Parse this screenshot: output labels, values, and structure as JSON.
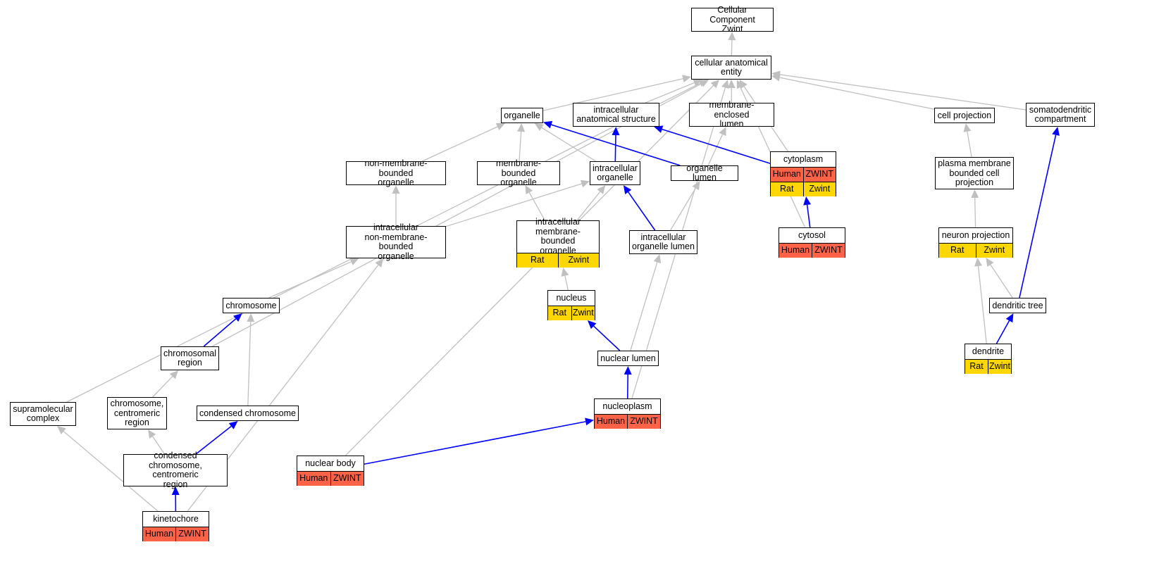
{
  "colors": {
    "is_a_edge": "#c0c0c0",
    "part_of_edge": "#0000ff",
    "human": "#ff6347",
    "rat": "#ffd700"
  },
  "nodes": {
    "root": {
      "label": "Cellular Component\nZwint",
      "rows": []
    },
    "cae": {
      "label": "cellular anatomical\nentity",
      "rows": []
    },
    "organelle": {
      "label": "organelle",
      "rows": []
    },
    "ias": {
      "label": "intracellular\nanatomical structure",
      "rows": []
    },
    "mel": {
      "label": "membrane-enclosed\nlumen",
      "rows": []
    },
    "cellproj": {
      "label": "cell projection",
      "rows": []
    },
    "somato": {
      "label": "somatodendritic\ncompartment",
      "rows": []
    },
    "nmbo": {
      "label": "non-membrane-bounded\norganelle",
      "rows": []
    },
    "mbo": {
      "label": "membrane-bounded\norganelle",
      "rows": []
    },
    "io": {
      "label": "intracellular\norganelle",
      "rows": []
    },
    "olumen": {
      "label": "organelle lumen",
      "rows": []
    },
    "cytoplasm": {
      "label": "cytoplasm",
      "rows": [
        [
          "Human",
          "ZWINT"
        ],
        [
          "Rat",
          "Zwint"
        ]
      ]
    },
    "pmbcp": {
      "label": "plasma membrane\nbounded cell\nprojection",
      "rows": []
    },
    "inmbo": {
      "label": "intracellular\nnon-membrane-bounded\norganelle",
      "rows": []
    },
    "imbo": {
      "label": "intracellular\nmembrane-bounded\norganelle",
      "rows": [
        [
          "Rat",
          "Zwint"
        ]
      ]
    },
    "iol": {
      "label": "intracellular\norganelle lumen",
      "rows": []
    },
    "cytosol": {
      "label": "cytosol",
      "rows": [
        [
          "Human",
          "ZWINT"
        ]
      ]
    },
    "neuronproj": {
      "label": "neuron projection",
      "rows": [
        [
          "Rat",
          "Zwint"
        ]
      ]
    },
    "nucleus": {
      "label": "nucleus",
      "rows": [
        [
          "Rat",
          "Zwint"
        ]
      ]
    },
    "chromosome": {
      "label": "chromosome",
      "rows": []
    },
    "dtree": {
      "label": "dendritic tree",
      "rows": []
    },
    "chromregion": {
      "label": "chromosomal\nregion",
      "rows": []
    },
    "nuclumen": {
      "label": "nuclear lumen",
      "rows": []
    },
    "dendrite": {
      "label": "dendrite",
      "rows": [
        [
          "Rat",
          "Zwint"
        ]
      ]
    },
    "supramol": {
      "label": "supramolecular\ncomplex",
      "rows": []
    },
    "ccr": {
      "label": "chromosome,\ncentromeric\nregion",
      "rows": []
    },
    "condchrom": {
      "label": "condensed chromosome",
      "rows": []
    },
    "nucleoplasm": {
      "label": "nucleoplasm",
      "rows": [
        [
          "Human",
          "ZWINT"
        ]
      ]
    },
    "cccr": {
      "label": "condensed chromosome,\ncentromeric\nregion",
      "rows": []
    },
    "nucbody": {
      "label": "nuclear body",
      "rows": [
        [
          "Human",
          "ZWINT"
        ]
      ]
    },
    "kinetochore": {
      "label": "kinetochore",
      "rows": [
        [
          "Human",
          "ZWINT"
        ]
      ]
    }
  },
  "edges": [
    [
      "cae",
      "root",
      "is_a"
    ],
    [
      "organelle",
      "cae",
      "is_a"
    ],
    [
      "ias",
      "cae",
      "is_a"
    ],
    [
      "mel",
      "cae",
      "is_a"
    ],
    [
      "cellproj",
      "cae",
      "is_a"
    ],
    [
      "somato",
      "cae",
      "is_a"
    ],
    [
      "cytoplasm",
      "cae",
      "is_a"
    ],
    [
      "cytosol",
      "cae",
      "is_a"
    ],
    [
      "supramol",
      "cae",
      "is_a"
    ],
    [
      "chromregion",
      "cae",
      "is_a"
    ],
    [
      "nucbody",
      "cae",
      "is_a"
    ],
    [
      "nucleoplasm",
      "cae",
      "is_a"
    ],
    [
      "nmbo",
      "organelle",
      "is_a"
    ],
    [
      "mbo",
      "organelle",
      "is_a"
    ],
    [
      "io",
      "organelle",
      "is_a"
    ],
    [
      "io",
      "ias",
      "part_of"
    ],
    [
      "olumen",
      "organelle",
      "part_of"
    ],
    [
      "olumen",
      "mel",
      "is_a"
    ],
    [
      "cytoplasm",
      "ias",
      "part_of"
    ],
    [
      "pmbcp",
      "cellproj",
      "is_a"
    ],
    [
      "inmbo",
      "nmbo",
      "is_a"
    ],
    [
      "inmbo",
      "io",
      "is_a"
    ],
    [
      "imbo",
      "mbo",
      "is_a"
    ],
    [
      "imbo",
      "io",
      "is_a"
    ],
    [
      "iol",
      "olumen",
      "is_a"
    ],
    [
      "iol",
      "io",
      "part_of"
    ],
    [
      "cytosol",
      "cytoplasm",
      "part_of"
    ],
    [
      "neuronproj",
      "pmbcp",
      "is_a"
    ],
    [
      "nucleus",
      "imbo",
      "is_a"
    ],
    [
      "chromosome",
      "inmbo",
      "is_a"
    ],
    [
      "dtree",
      "neuronproj",
      "is_a"
    ],
    [
      "dtree",
      "somato",
      "part_of"
    ],
    [
      "chromregion",
      "chromosome",
      "part_of"
    ],
    [
      "nuclumen",
      "nucleus",
      "part_of"
    ],
    [
      "nuclumen",
      "iol",
      "is_a"
    ],
    [
      "dendrite",
      "neuronproj",
      "is_a"
    ],
    [
      "dendrite",
      "dtree",
      "part_of"
    ],
    [
      "ccr",
      "chromregion",
      "is_a"
    ],
    [
      "condchrom",
      "chromosome",
      "is_a"
    ],
    [
      "nucleoplasm",
      "nuclumen",
      "part_of"
    ],
    [
      "cccr",
      "ccr",
      "is_a"
    ],
    [
      "cccr",
      "condchrom",
      "part_of"
    ],
    [
      "nucbody",
      "nucleoplasm",
      "part_of"
    ],
    [
      "kinetochore",
      "cccr",
      "part_of"
    ],
    [
      "kinetochore",
      "supramol",
      "is_a"
    ],
    [
      "kinetochore",
      "inmbo",
      "is_a"
    ]
  ]
}
